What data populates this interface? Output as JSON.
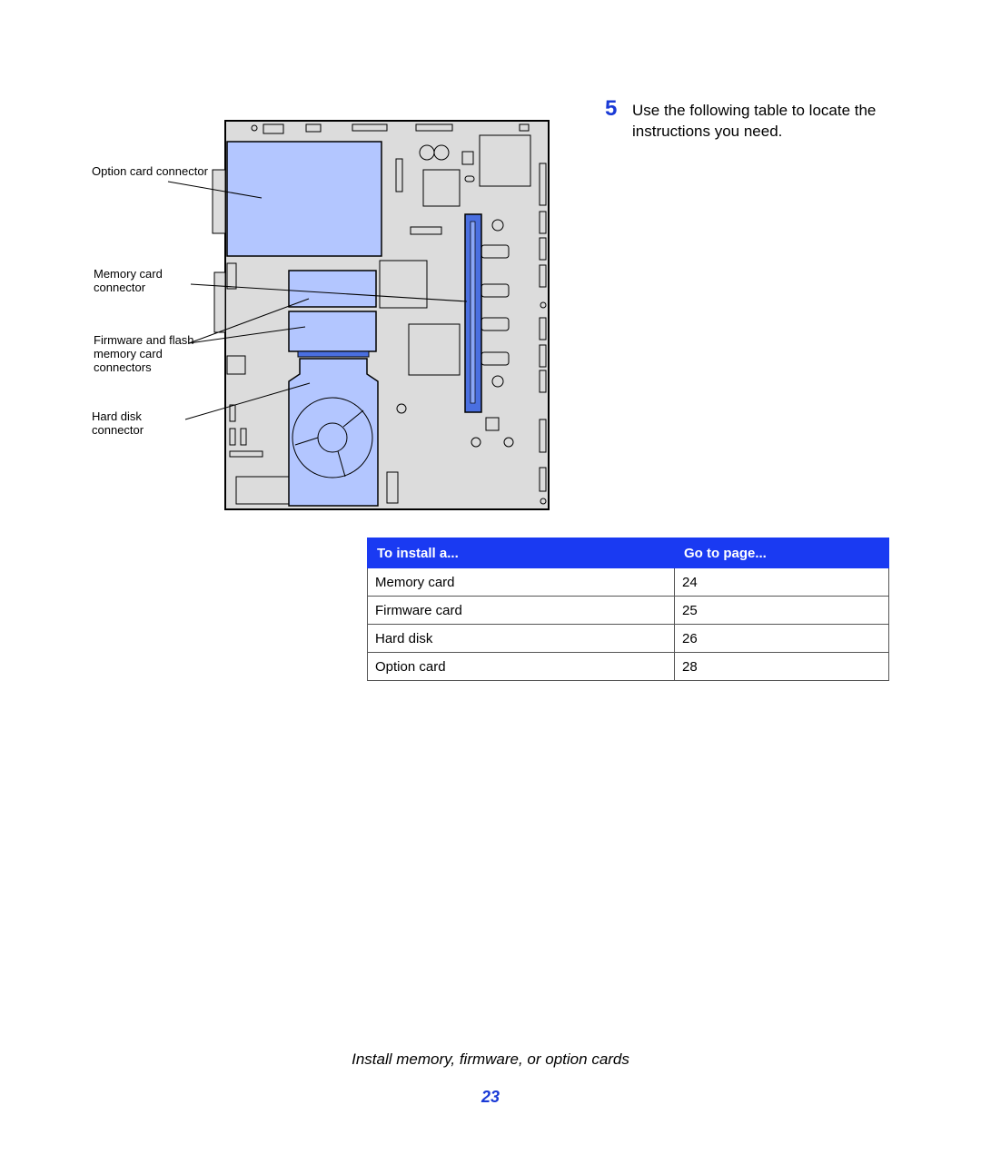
{
  "step": {
    "number": "5",
    "text": "Use the following table to locate the instructions you need."
  },
  "diagram": {
    "callouts": [
      {
        "text": "Option card connector"
      },
      {
        "text": "Memory card connector"
      },
      {
        "text": "Firmware and flash memory card connectors"
      },
      {
        "text": "Hard disk connector"
      }
    ],
    "colors": {
      "board": "#dcdcdc",
      "card": "#b3c6ff",
      "connector": "#4a6fe0"
    }
  },
  "table": {
    "headers": [
      "To install a...",
      "Go to page..."
    ],
    "rows": [
      [
        "Memory card",
        "24"
      ],
      [
        "Firmware card",
        "25"
      ],
      [
        "Hard disk",
        "26"
      ],
      [
        "Option card",
        "28"
      ]
    ],
    "header_color": "#1a3af2"
  },
  "footer": {
    "section_title": "Install memory, firmware, or option cards",
    "page_number": "23"
  }
}
